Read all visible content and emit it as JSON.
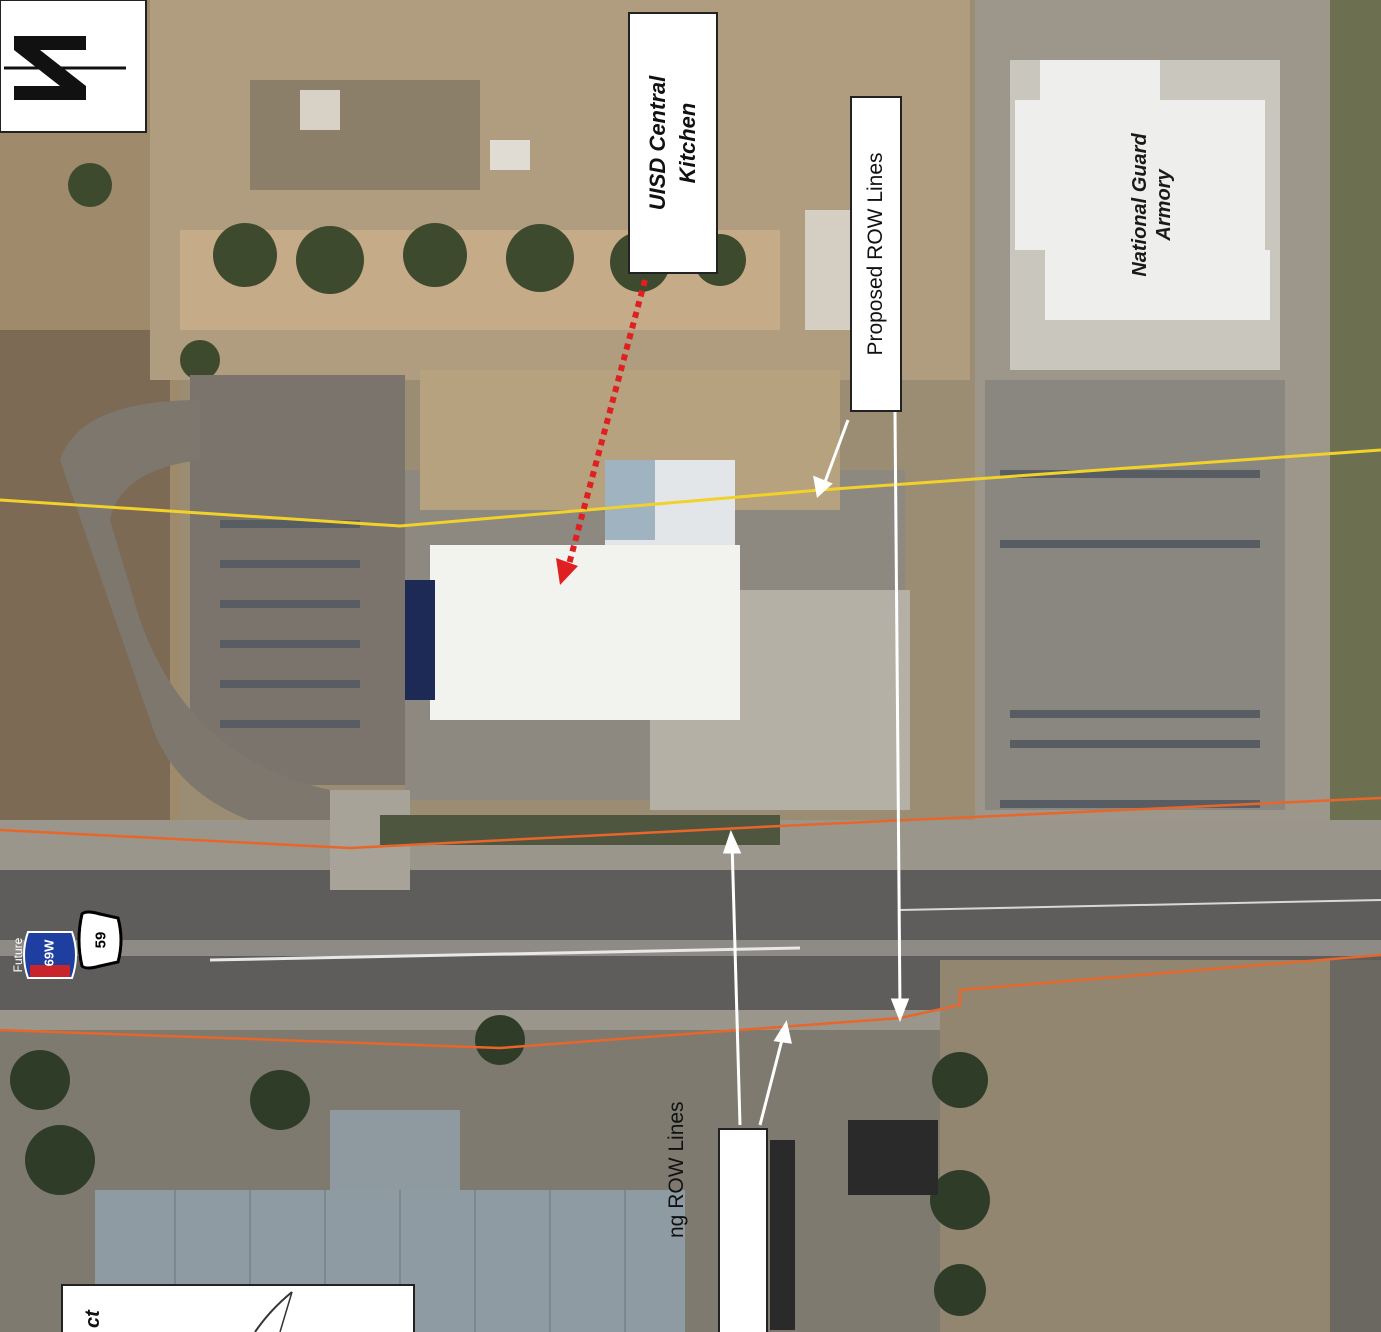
{
  "map": {
    "colors": {
      "proposed_row_line": "#f2d22a",
      "existing_row_line": "#e8662a",
      "pointer_arrow": "#e02020",
      "callout_arrow": "#ffffff"
    },
    "labels": {
      "kitchen": [
        "UISD Central",
        "Kitchen"
      ],
      "armory": [
        "National Guard",
        "Armory"
      ],
      "proposed_row": "Proposed ROW Lines",
      "existing_row_partial": "ng ROW Lines",
      "partial_callout_text": "ct"
    },
    "route_shields": {
      "interstate": {
        "number": "69W",
        "prefix": "Future"
      },
      "us_route": {
        "number": "59"
      }
    },
    "icons": {
      "north_arrow": "north-arrow-icon",
      "interstate_shield": "interstate-shield-icon",
      "us_route_shield": "us-route-shield-icon"
    }
  }
}
